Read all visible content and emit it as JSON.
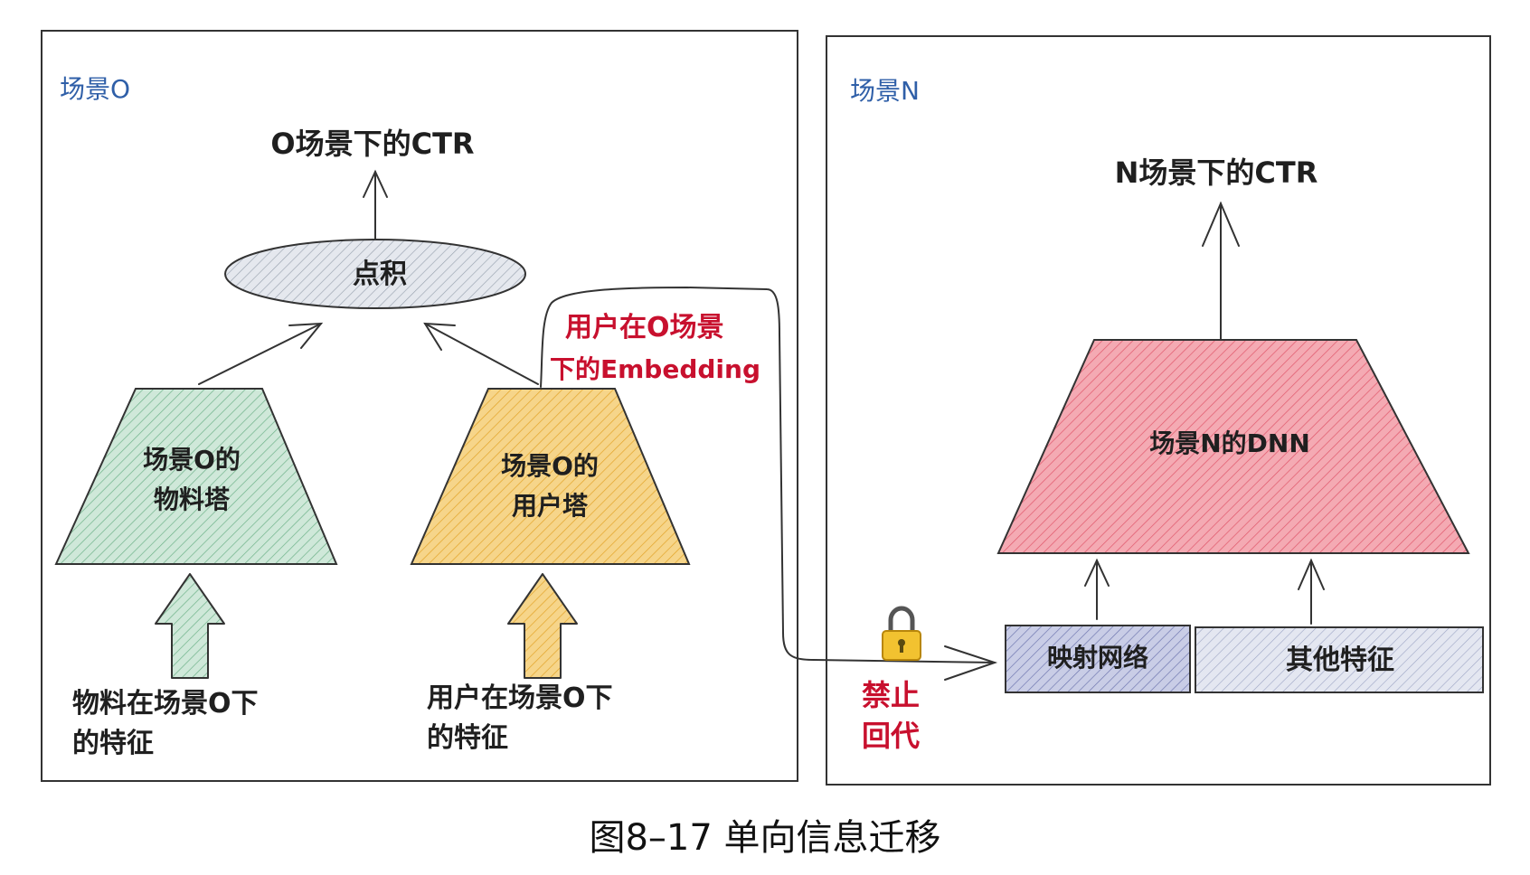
{
  "scene_o": {
    "label": "场景O",
    "ctr": "O场景下的CTR",
    "dot_product": "点积",
    "item_tower": [
      "场景O的",
      "物料塔"
    ],
    "user_tower": [
      "场景O的",
      "用户塔"
    ],
    "item_features": [
      "物料在场景O下",
      "的特征"
    ],
    "user_features": [
      "用户在场景O下",
      "的特征"
    ]
  },
  "transfer": {
    "embedding": [
      "用户在O场景",
      "下的Embedding"
    ],
    "block": [
      "禁止",
      "回代"
    ],
    "lock_icon": "lock-icon"
  },
  "scene_n": {
    "label": "场景N",
    "ctr": "N场景下的CTR",
    "dnn": "场景N的DNN",
    "mapping": "映射网络",
    "other_features": "其他特征"
  },
  "colors": {
    "item_tower": "#cfe8d9",
    "user_tower": "#f6d58a",
    "dnn": "#f4aab3",
    "mapping": "#c9cde6",
    "other_features": "#e4e7f1",
    "ellipse": "#e5e8ee",
    "scene_label": "#2f5fa8",
    "red_text": "#c8102e"
  },
  "caption": "图8–17 单向信息迁移"
}
